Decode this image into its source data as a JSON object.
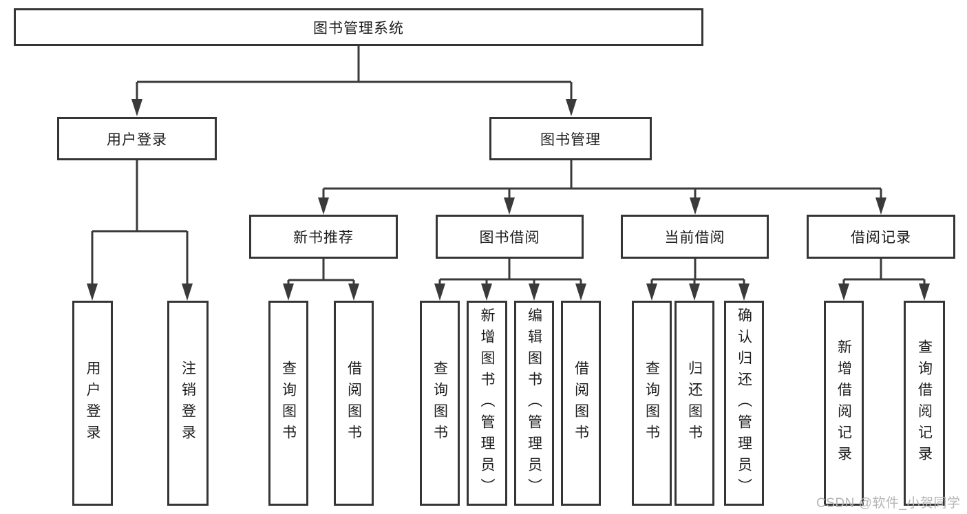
{
  "diagram": {
    "nodes": {
      "root": "图书管理系统",
      "level2": [
        "用户登录",
        "图书管理"
      ],
      "level3": [
        "新书推荐",
        "图书借阅",
        "当前借阅",
        "借阅记录"
      ],
      "leaves_user_login": [
        "用户登录",
        "注销登录"
      ],
      "leaves_new_book": [
        "查询图书",
        "借阅图书"
      ],
      "leaves_book_borrow": [
        "查询图书",
        "新增图书（管理员）",
        "编辑图书（管理员）",
        "借阅图书"
      ],
      "leaves_current_borrow": [
        "查询图书",
        "归还图书",
        "确认归还（管理员）"
      ],
      "leaves_borrow_record": [
        "新增借阅记录",
        "查询借阅记录"
      ]
    },
    "watermark": "CSDN @软件_小贺同学",
    "colors": {
      "line": "#3a3a3a",
      "box_border": "#353535",
      "text": "#1c1c1c",
      "watermark": "#b5b5b5",
      "background": "#ffffff"
    }
  }
}
